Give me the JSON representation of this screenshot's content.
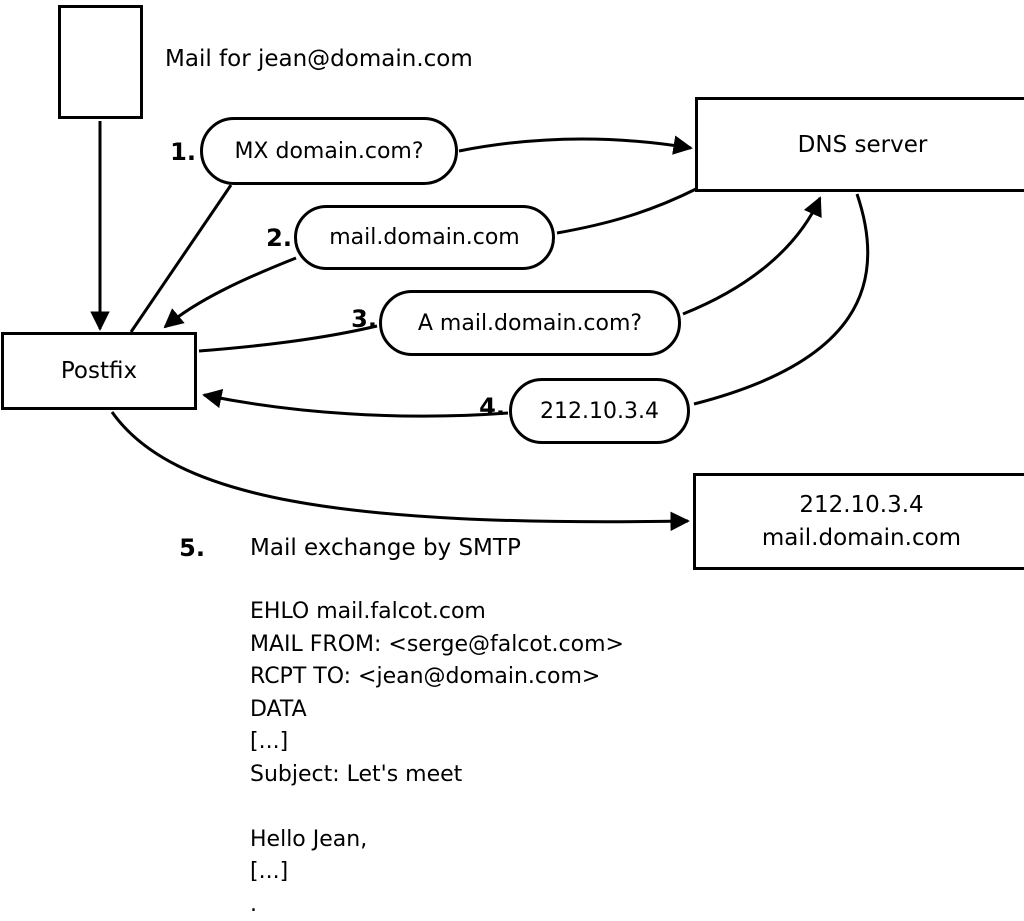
{
  "diagram": {
    "colors": {
      "line": "#000000",
      "background": "#ffffff"
    },
    "icons": {
      "envelope": "empty-rectangle"
    },
    "mail_note": "Mail for jean@domain.com",
    "nodes": {
      "postfix": "Postfix",
      "dns": "DNS server",
      "mailserver_line1": "212.10.3.4",
      "mailserver_line2": "mail.domain.com"
    },
    "steps": [
      {
        "num": "1.",
        "label": "MX domain.com?"
      },
      {
        "num": "2.",
        "label": "mail.domain.com"
      },
      {
        "num": "3.",
        "label": "A mail.domain.com?"
      },
      {
        "num": "4.",
        "label": "212.10.3.4"
      },
      {
        "num": "5.",
        "label": "Mail exchange by SMTP"
      }
    ],
    "smtp_session": [
      "EHLO mail.falcot.com",
      "MAIL FROM: <serge@falcot.com>",
      "RCPT TO: <jean@domain.com>",
      "DATA",
      "[...]",
      "Subject: Let's meet",
      "",
      "Hello Jean,",
      "[...]",
      "."
    ]
  }
}
